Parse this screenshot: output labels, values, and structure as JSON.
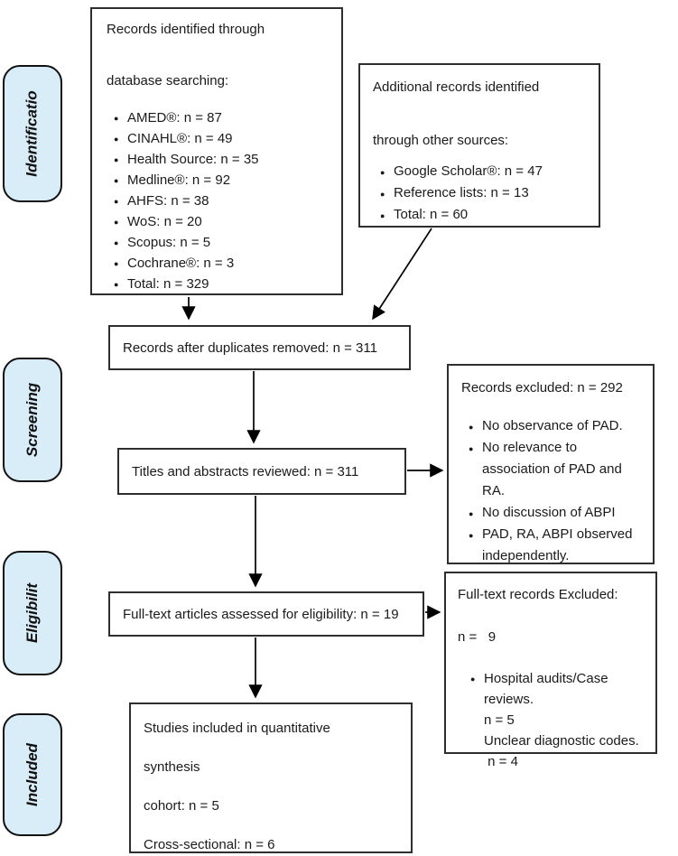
{
  "figure": {
    "type": "prisma-flow-diagram",
    "colors": {
      "stage_fill": "#d9edf8",
      "box_border": "#2e2e2e",
      "background": "#ffffff",
      "arrow": "#000000"
    }
  },
  "stages": [
    {
      "label": "Identificatio"
    },
    {
      "label": "Screening"
    },
    {
      "label": "Eligibilit"
    },
    {
      "label": "Included"
    }
  ],
  "boxes": {
    "database_search": {
      "title_line1": "Records identified through",
      "title_line2": "database searching:",
      "items": [
        "AMED®: n = 87",
        "CINAHL®: n = 49",
        "Health Source: n = 35",
        "Medline®: n = 92",
        "AHFS: n = 38",
        "WoS: n = 20",
        "Scopus: n = 5",
        "Cochrane®: n = 3",
        "Total: n = 329"
      ]
    },
    "other_sources": {
      "title_line1": "Additional records identified",
      "title_line2": "through other sources:",
      "items": [
        "Google Scholar®: n = 47",
        "Reference lists: n = 13",
        "Total: n = 60"
      ]
    },
    "duplicates_removed": {
      "label": "Records after duplicates removed: n = 311"
    },
    "titles_reviewed": {
      "label": "Titles and abstracts reviewed: n = 311"
    },
    "records_excluded": {
      "title": "Records excluded: n = 292",
      "items": [
        "No observance of PAD.",
        "No relevance to association of PAD and RA.",
        "No discussion of ABPI",
        "PAD, RA, ABPI observed independently."
      ]
    },
    "fulltext_assessed": {
      "label": "Full-text articles assessed for eligibility: n = 19"
    },
    "fulltext_excluded": {
      "title": "Full-text records Excluded:",
      "count_line": "n =   9",
      "bullet": "Hospital audits/Case reviews.",
      "sub_lines": [
        "n = 5",
        "Unclear diagnostic codes.",
        " n = 4"
      ]
    },
    "studies_included": {
      "lines": [
        "Studies included in quantitative",
        "synthesis",
        "cohort: n = 5",
        "Cross-sectional: n = 6"
      ]
    }
  }
}
